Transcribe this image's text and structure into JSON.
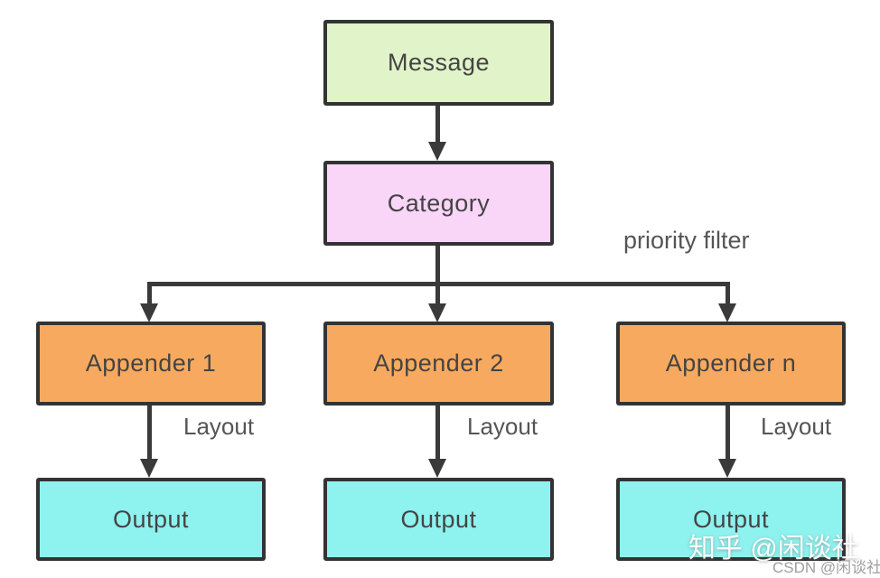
{
  "diagram": {
    "title_hint": "log4j logging flow diagram",
    "colors": {
      "background": "#ffffff",
      "line": "#3a3a3a",
      "node_border": "#333333",
      "node_text": "#444444",
      "label_text": "#555555",
      "message_fill": "#e1f3c8",
      "category_fill": "#f9d5f8",
      "appender_fill": "#f7aa5f",
      "output_fill": "#8ef2ef"
    },
    "nodes": [
      {
        "id": "message",
        "label": "Message",
        "fill": "#e1f3c8"
      },
      {
        "id": "category",
        "label": "Category",
        "fill": "#f9d5f8"
      },
      {
        "id": "appender-1",
        "label": "Appender 1",
        "fill": "#f7aa5f"
      },
      {
        "id": "appender-2",
        "label": "Appender 2",
        "fill": "#f7aa5f"
      },
      {
        "id": "appender-n",
        "label": "Appender n",
        "fill": "#f7aa5f"
      },
      {
        "id": "output-1",
        "label": "Output",
        "fill": "#8ef2ef"
      },
      {
        "id": "output-2",
        "label": "Output",
        "fill": "#8ef2ef"
      },
      {
        "id": "output-3",
        "label": "Output",
        "fill": "#8ef2ef"
      }
    ],
    "edge_labels": {
      "priority_filter": "priority filter",
      "layout": "Layout"
    },
    "edges": [
      {
        "from": "message",
        "to": "category",
        "label": ""
      },
      {
        "from": "category",
        "to": "appender-1",
        "label": "priority filter"
      },
      {
        "from": "category",
        "to": "appender-2",
        "label": "priority filter"
      },
      {
        "from": "category",
        "to": "appender-n",
        "label": "priority filter"
      },
      {
        "from": "appender-1",
        "to": "output-1",
        "label": "Layout"
      },
      {
        "from": "appender-2",
        "to": "output-2",
        "label": "Layout"
      },
      {
        "from": "appender-n",
        "to": "output-3",
        "label": "Layout"
      }
    ],
    "watermarks": {
      "zhihu": "知乎 @闲谈社",
      "csdn": "CSDN @闲谈社"
    }
  }
}
